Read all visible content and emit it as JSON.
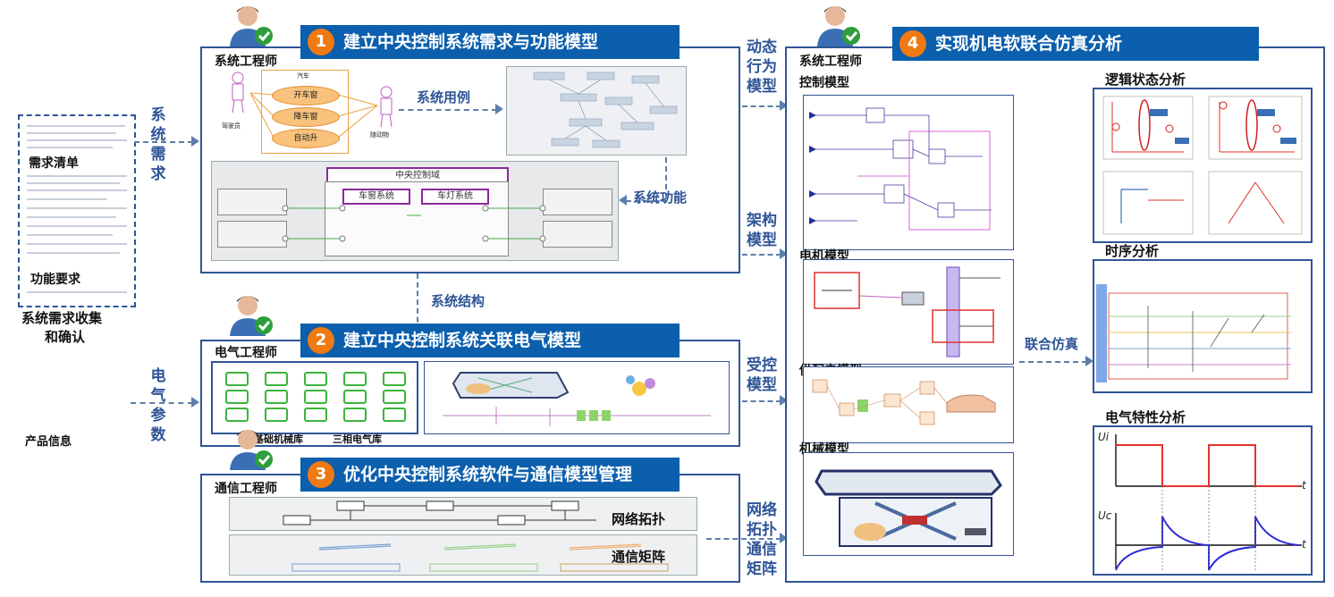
{
  "left": {
    "req_list": "需求清单",
    "func_req": "功能要求",
    "collect": "系统需求收集",
    "confirm": "和确认",
    "product_info": "产品信息",
    "sys_req_v": [
      "系",
      "统",
      "需",
      "求"
    ],
    "elec_param_v": [
      "电",
      "气",
      "参",
      "数"
    ]
  },
  "panel1": {
    "num": "1",
    "title": "建立中央控制系统需求与功能模型",
    "role": "系统工程师",
    "use_case_arrow": "系统用例",
    "func_arrow": "系统功能",
    "usecases": [
      "开车窗",
      "降车窗",
      "自动升"
    ],
    "actor_left": "驾驶员",
    "actor_right": "随动物",
    "car": "汽车",
    "domain_box": "中央控制域",
    "part_a": "车窗系统",
    "part_b": "车灯系统"
  },
  "struct_arrow": "系统结构",
  "panel2": {
    "num": "2",
    "title": "建立中央控制系统关联电气模型",
    "role": "电气工程师",
    "lib_a": "基础机械库",
    "lib_b": "三相电气库"
  },
  "panel3": {
    "num": "3",
    "title": "优化中央控制系统软件与通信模型管理",
    "role": "通信工程师",
    "net_topo": "网络拓扑",
    "comm_matrix": "通信矩阵"
  },
  "mid_labels": {
    "dyn": [
      "动态",
      "行为",
      "模型"
    ],
    "arch": [
      "架构",
      "模型"
    ],
    "ctrl": [
      "受控",
      "模型"
    ],
    "net": [
      "网络",
      "拓扑",
      "通信",
      "矩阵"
    ]
  },
  "panel4": {
    "num": "4",
    "title": "实现机电软联合仿真分析",
    "role": "系统工程师",
    "ctrl_model": "控制模型",
    "motor_model": "电机模型",
    "power_model": "供配电模型",
    "mech_model": "机械模型",
    "co_sim": "联合仿真",
    "logic": "逻辑状态分析",
    "timing": "时序分析",
    "elec": "电气特性分析",
    "ui": "Ui",
    "uc": "Uc",
    "t": "t"
  },
  "colors": {
    "accent": "#0b5fad",
    "badge": "#f07a12",
    "border": "#2f5597",
    "wave_red": "#e8322c",
    "wave_blue": "#2b2bd6"
  }
}
